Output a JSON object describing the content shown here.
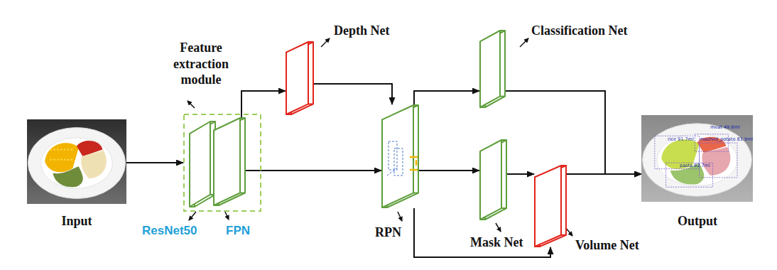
{
  "diagram": {
    "nodes": [
      {
        "text": [
          "Input"
        ]
      },
      {
        "text": [
          "Feature extraction module"
        ]
      },
      {
        "text": [
          "ResNet50"
        ],
        "in": 1
      },
      {
        "text": [
          "FPN"
        ],
        "in": 1
      },
      {
        "text": [
          "Depth Net"
        ]
      },
      {
        "text": [
          "RPN"
        ]
      },
      {
        "text": [
          "Classification Net"
        ]
      },
      {
        "text": [
          "Mask Net"
        ]
      },
      {
        "text": [
          "Volume Net"
        ]
      },
      {
        "text": [
          "Output"
        ]
      }
    ],
    "edges": [
      {
        "from": 0,
        "to": 1,
        "arrow": "to"
      },
      {
        "from": 3,
        "to": 4,
        "arrow": "to"
      },
      {
        "from": 3,
        "to": 5,
        "arrow": "to"
      },
      {
        "from": 4,
        "to": 5,
        "arrow": "to"
      },
      {
        "from": 5,
        "to": 6,
        "arrow": "to"
      },
      {
        "from": 5,
        "to": 7,
        "arrow": "to"
      },
      {
        "from": 5,
        "to": 8,
        "arrow": "to"
      },
      {
        "from": 7,
        "to": 8,
        "arrow": "to"
      },
      {
        "from": 6,
        "to": 9,
        "arrow": "to"
      },
      {
        "from": 8,
        "to": 9,
        "arrow": "to"
      }
    ],
    "labels": [
      "meat 49.6ml",
      "rice 91.7ml",
      "mashed_potato 83.9ml",
      "pasta 82.7ml"
    ]
  }
}
